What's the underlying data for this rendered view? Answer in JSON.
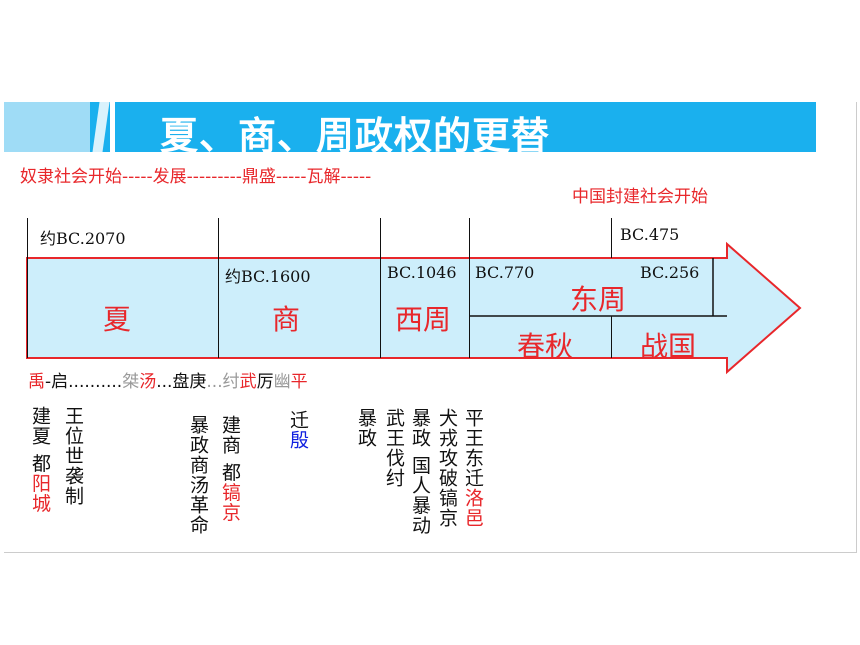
{
  "title": "夏、商、周政权的更替",
  "stages_line": "奴隶社会开始-----发展---------鼎盛-----瓦解-----",
  "feudal_start": "中国封建社会开始",
  "dates": {
    "xia_start": "约BC.2070",
    "shang_start": "约BC.1600",
    "xizhou_start": "BC.1046",
    "dongzhou_start": "BC.770",
    "zhanguo_start": "BC.475",
    "zhou_end": "BC.256"
  },
  "eras": {
    "xia": "夏",
    "shang": "商",
    "xizhou": "西周",
    "dongzhou": "东周",
    "chunqiu": "春秋",
    "zhanguo": "战国"
  },
  "kings": [
    {
      "text": "禹",
      "color": "red"
    },
    {
      "text": "-",
      "color": "black"
    },
    {
      "text": "启",
      "color": "black"
    },
    {
      "text": "..........",
      "color": "black"
    },
    {
      "text": "桀",
      "color": "gray"
    },
    {
      "text": "汤",
      "color": "red"
    },
    {
      "text": "...",
      "color": "black"
    },
    {
      "text": "盘庚",
      "color": "black"
    },
    {
      "text": "...",
      "color": "gray"
    },
    {
      "text": "纣",
      "color": "gray"
    },
    {
      "text": "武",
      "color": "red"
    },
    {
      "text": "厉",
      "color": "black"
    },
    {
      "text": "幽",
      "color": "gray"
    },
    {
      "text": "平",
      "color": "red"
    }
  ],
  "events": {
    "yu": {
      "a": "建夏",
      "b": "都",
      "c": "阳城"
    },
    "qi": {
      "a": "王位世袭制"
    },
    "jie": {
      "a": "暴政商汤革命"
    },
    "tang": {
      "a": "建商",
      "b": "都",
      "c": "镐京"
    },
    "pangeng": {
      "a": "迁",
      "c": "殷"
    },
    "zhou": {
      "a": "暴政"
    },
    "wu": {
      "a": "武王伐纣"
    },
    "li": {
      "a": "暴政",
      "b": "国人暴动"
    },
    "you": {
      "a": "犬戎攻破镐京"
    },
    "ping": {
      "a": "平王东迁",
      "c": "洛邑"
    }
  },
  "colors": {
    "accent_red": "#e8272b",
    "title_blue": "#1ab0ee",
    "arrow_fill": "#cdeefb"
  }
}
